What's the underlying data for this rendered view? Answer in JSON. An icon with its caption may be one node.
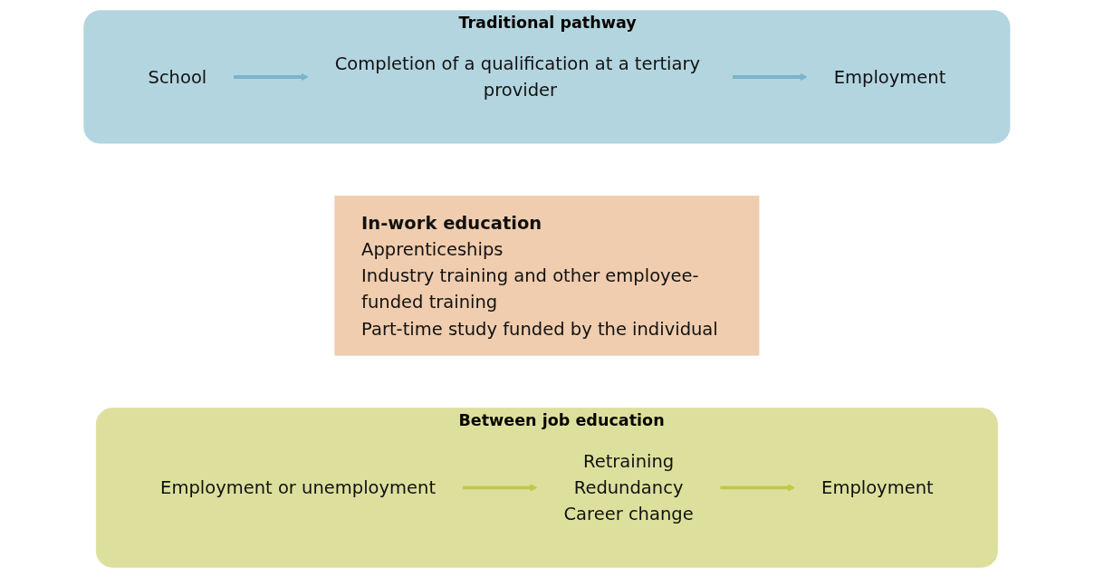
{
  "diagram": {
    "nodes": [
      {
        "text": [
          "Traditional pathway"
        ]
      },
      {
        "text": [
          "School"
        ],
        "in": 0
      },
      {
        "text": [
          "Completion of a qualification at a tertiary provider"
        ],
        "in": 0
      },
      {
        "text": [
          "Employment"
        ],
        "in": 0
      },
      {
        "text": [
          "In-work education",
          "Apprenticeships",
          "Industry training and other employee-funded training",
          "Part-time study funded by the individual"
        ]
      },
      {
        "text": [
          "Between job education"
        ]
      },
      {
        "text": [
          "Employment or unemployment"
        ],
        "in": 5
      },
      {
        "text": [
          "Retraining",
          "Redundancy",
          "Career change"
        ],
        "in": 5
      },
      {
        "text": [
          "Employment"
        ],
        "in": 5
      }
    ],
    "edges": [
      {
        "from": 1,
        "to": 2,
        "arrow": "to",
        "color": "#7ab4cc"
      },
      {
        "from": 2,
        "to": 3,
        "arrow": "to",
        "color": "#7ab4cc"
      },
      {
        "from": 6,
        "to": 7,
        "arrow": "to",
        "color": "#c3c84a"
      },
      {
        "from": 7,
        "to": 8,
        "arrow": "to",
        "color": "#c3c84a"
      }
    ]
  }
}
